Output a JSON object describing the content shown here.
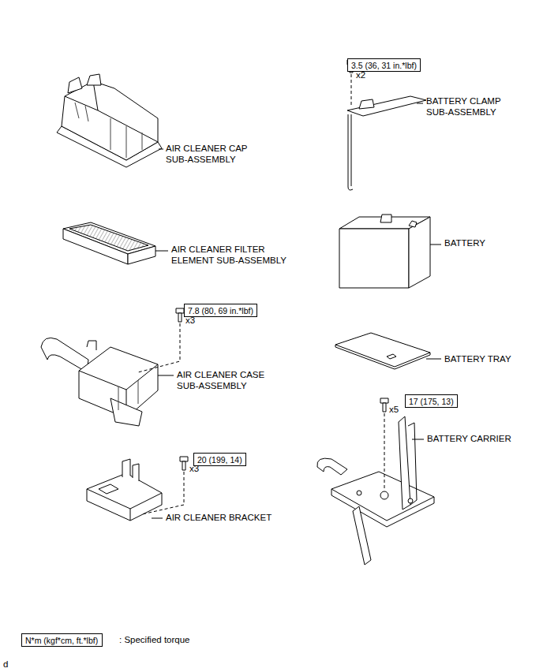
{
  "diagram": {
    "nodes": [
      {
        "text": [
          "3.5 (36, 31 in.*lbf)"
        ]
      },
      {
        "text": [
          "7.8 (80, 69 in.*lbf)"
        ]
      },
      {
        "text": [
          "17 (175, 13)"
        ]
      },
      {
        "text": [
          "20 (199, 14)"
        ]
      },
      {
        "text": [
          "N*m (kgf*cm, ft.*lbf)"
        ]
      }
    ],
    "edges": [],
    "labels": [
      "x2",
      "BATTERY CLAMP SUB-ASSEMBLY",
      "AIR CLEANER CAP SUB-ASSEMBLY",
      "BATTERY",
      "AIR CLEANER FILTER ELEMENT SUB-ASSEMBLY",
      "x3",
      "BATTERY TRAY",
      "AIR CLEANER CASE SUB-ASSEMBLY",
      "x5",
      "BATTERY CARRIER",
      "x3",
      "AIR CLEANER BRACKET",
      "d"
    ],
    "legend": [
      {
        "text": ": Specified torque"
      }
    ]
  }
}
